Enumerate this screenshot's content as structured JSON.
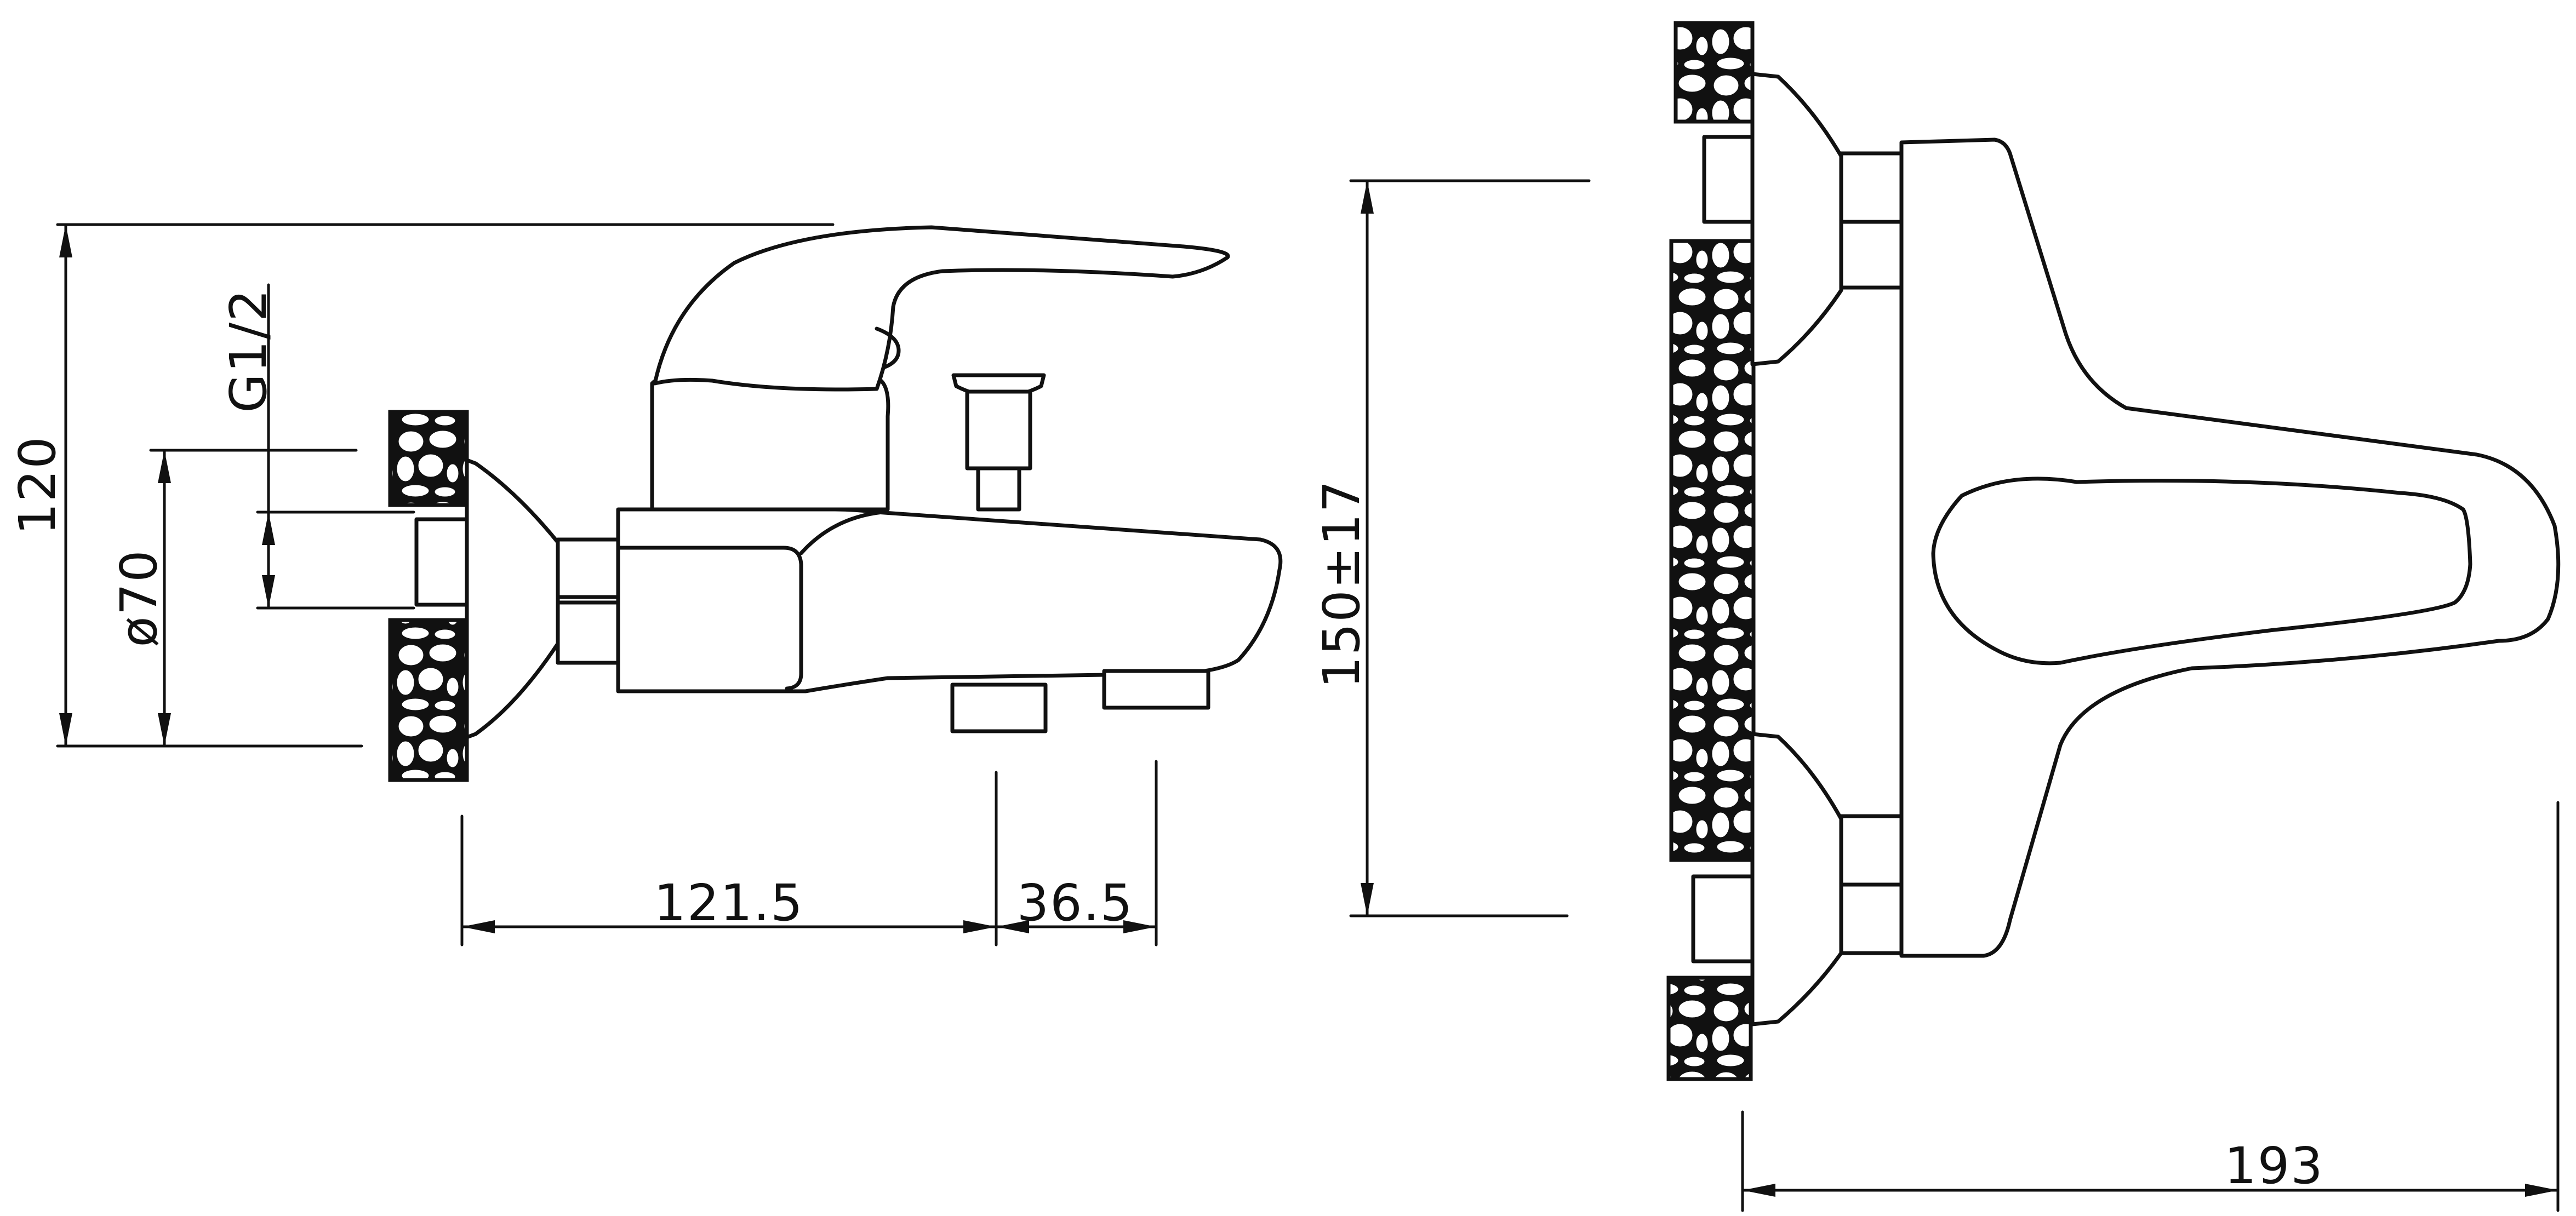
{
  "views": {
    "side": {
      "thread_label": "G1/2",
      "height_label": "120",
      "flange_label": "ø70",
      "depth_label": "121.5",
      "outlet_label": "36.5"
    },
    "front": {
      "centers_label": "150±17",
      "width_label": "193"
    }
  }
}
